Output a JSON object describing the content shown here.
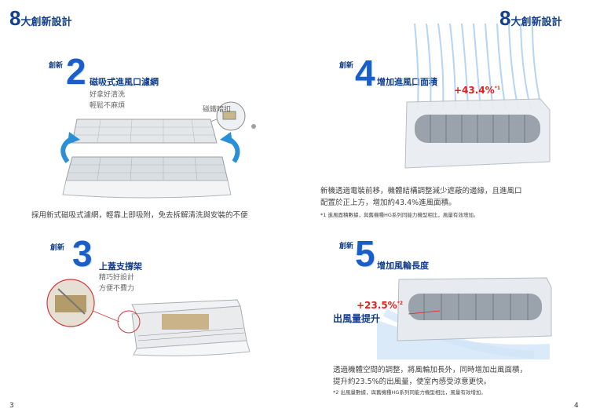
{
  "header": {
    "left": {
      "num": "8",
      "text": "大創新設計"
    },
    "right": {
      "num": "8",
      "text": "大創新設計"
    }
  },
  "features": {
    "f2": {
      "small": "創新",
      "num": "2",
      "title": "磁吸式進風口濾網",
      "sub1": "好拿好清洗",
      "sub2": "輕鬆不麻煩",
      "callout": "磁鐵暗扣",
      "caption": "採用新式磁吸式濾網，輕靠上即吸附，免去拆解清洗與安裝的不便"
    },
    "f3": {
      "small": "創新",
      "num": "3",
      "title": "上蓋支撐架",
      "sub1": "精巧好設計",
      "sub2": "方便不費力"
    },
    "f4": {
      "small": "創新",
      "num": "4",
      "title": "增加進風口面積",
      "badge": "+43.4",
      "badge_unit": "%",
      "badge_sup": "*1",
      "body1": "新機透過電裝前移，機體結構調整減少遮蔽的邊緣，且進風口",
      "body2": "配置於正上方，增加約43.4%進風面積。",
      "note": "*1 進風面積數據，與舊機種HG系列同能力機型相比，風量有效增加。"
    },
    "f5": {
      "small": "創新",
      "num": "5",
      "title": "增加風輪長度",
      "badge": "+23.5",
      "badge_unit": "%",
      "badge_sup": "*2",
      "outflow": "出風量提升",
      "body1": "透過機體空間的調整，將風輪加長外，同時增加出風面積，",
      "body2": "提升約23.5%的出風量，使室內感受涼意更快。",
      "note": "*2 出風量數據，與舊機種HG系列同能力機型相比，風量有效增加。"
    }
  },
  "pages": {
    "left": "3",
    "right": "4"
  },
  "colors": {
    "brand": "#123f8e",
    "accent": "#1a5fc9",
    "highlight": "#e0201c",
    "arrow": "#2a8fd6"
  }
}
